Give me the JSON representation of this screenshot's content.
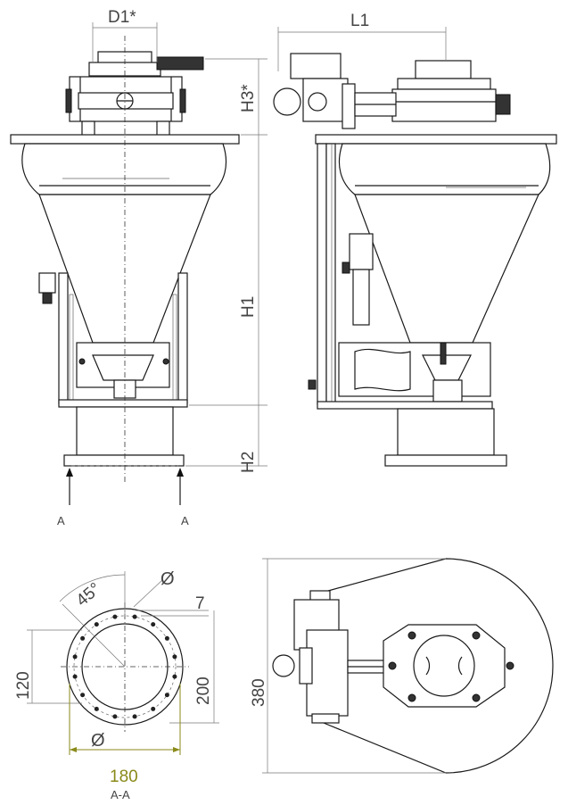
{
  "labels": {
    "d1": "D1*",
    "l1": "L1",
    "h3": "H3*",
    "h1": "H1",
    "h2": "H2",
    "a_left": "A",
    "a_right": "A",
    "angle": "45°",
    "dia_top": "Ø",
    "seven": "7",
    "h120": "120",
    "h200": "200",
    "dia_bottom": "Ø",
    "d180": "180",
    "section": "A-A",
    "h380": "380"
  },
  "colors": {
    "line": "#1a1a1a",
    "dimension": "#777777",
    "highlight": "#8a8a1a"
  }
}
